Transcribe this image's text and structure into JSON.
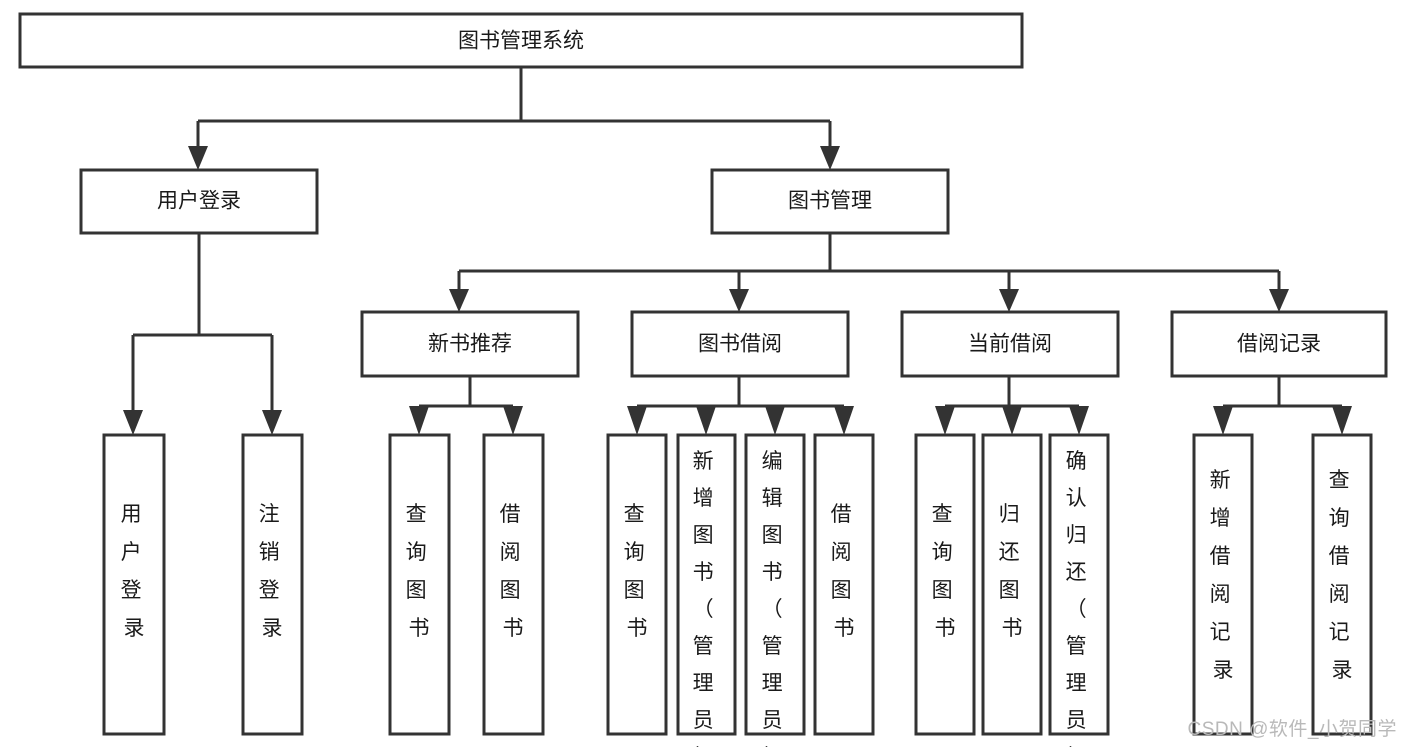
{
  "diagram": {
    "type": "tree-hierarchy",
    "orientation": "top-down",
    "root": {
      "id": "root",
      "label": "图书管理系统"
    },
    "level1": [
      {
        "id": "user-login",
        "label": "用户登录"
      },
      {
        "id": "book-management",
        "label": "图书管理"
      }
    ],
    "level2": [
      {
        "id": "new-book-recommend",
        "label": "新书推荐",
        "parent": "book-management"
      },
      {
        "id": "book-borrow",
        "label": "图书借阅",
        "parent": "book-management"
      },
      {
        "id": "current-borrow",
        "label": "当前借阅",
        "parent": "book-management"
      },
      {
        "id": "borrow-record",
        "label": "借阅记录",
        "parent": "book-management"
      }
    ],
    "leaves": {
      "user-login": [
        {
          "id": "leaf-user-login",
          "label": "用户登录"
        },
        {
          "id": "leaf-logout",
          "label": "注销登录"
        }
      ],
      "new-book-recommend": [
        {
          "id": "leaf-query-book-1",
          "label": "查询图书"
        },
        {
          "id": "leaf-borrow-book-1",
          "label": "借阅图书"
        }
      ],
      "book-borrow": [
        {
          "id": "leaf-query-book-2",
          "label": "查询图书"
        },
        {
          "id": "leaf-add-book",
          "label": "新增图书（管理员）"
        },
        {
          "id": "leaf-edit-book",
          "label": "编辑图书（管理员）"
        },
        {
          "id": "leaf-borrow-book-2",
          "label": "借阅图书"
        }
      ],
      "current-borrow": [
        {
          "id": "leaf-query-book-3",
          "label": "查询图书"
        },
        {
          "id": "leaf-return-book",
          "label": "归还图书"
        },
        {
          "id": "leaf-confirm-return",
          "label": "确认归还（管理员）"
        }
      ],
      "borrow-record": [
        {
          "id": "leaf-add-record",
          "label": "新增借阅记录"
        },
        {
          "id": "leaf-query-record",
          "label": "查询借阅记录"
        }
      ]
    }
  },
  "watermark": {
    "text": "CSDN @软件_小贺同学"
  },
  "colors": {
    "box_stroke": "#333333",
    "box_fill": "#ffffff",
    "text": "#1a1a1a",
    "watermark": "#b9b9b9",
    "background": "#ffffff"
  }
}
